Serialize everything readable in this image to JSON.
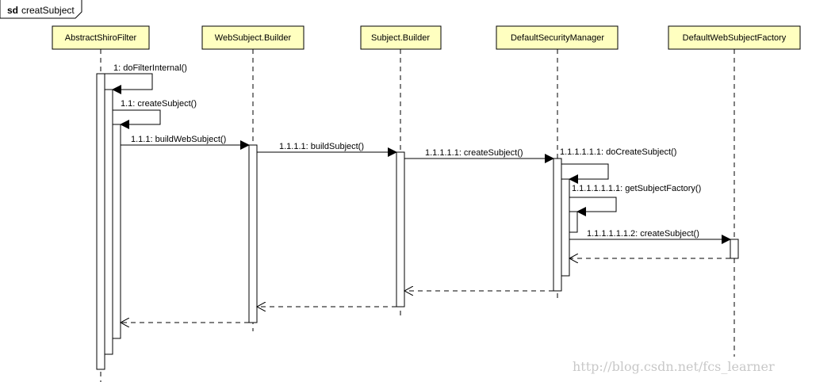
{
  "frame": {
    "keyword": "sd",
    "name": "creatSubject"
  },
  "participants": [
    {
      "id": "asf",
      "name": "AbstractShiroFilter"
    },
    {
      "id": "wsb",
      "name": "WebSubject.Builder"
    },
    {
      "id": "sb",
      "name": "Subject.Builder"
    },
    {
      "id": "dsm",
      "name": "DefaultSecurityManager"
    },
    {
      "id": "dwsf",
      "name": "DefaultWebSubjectFactory"
    }
  ],
  "messages": [
    {
      "id": "m1",
      "label": "1: doFilterInternal()"
    },
    {
      "id": "m11",
      "label": "1.1: createSubject()"
    },
    {
      "id": "m111",
      "label": "1.1.1: buildWebSubject()"
    },
    {
      "id": "m1111",
      "label": "1.1.1.1: buildSubject()"
    },
    {
      "id": "m11111",
      "label": "1.1.1.1.1: createSubject()"
    },
    {
      "id": "m111111",
      "label": "1.1.1.1.1.1: doCreateSubject()"
    },
    {
      "id": "m1111111",
      "label": "1.1.1.1.1.1.1: getSubjectFactory()"
    },
    {
      "id": "m1111112",
      "label": "1.1.1.1.1.1.2: createSubject()"
    }
  ],
  "watermark": "http://blog.csdn.net/fcs_learner",
  "colors": {
    "participant_fill": "#ffffc0",
    "line": "#000000",
    "watermark": "#c8c8c8"
  }
}
